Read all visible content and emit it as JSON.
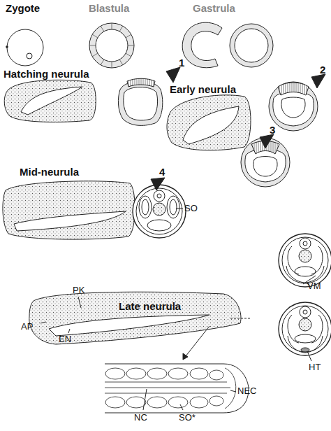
{
  "diagram": {
    "labels": [
      "Zygote",
      "Blastula",
      "Gastrula",
      "Hatching neurula",
      "1",
      "Early neurula",
      "2",
      "3",
      "Mid-neurula",
      "4",
      "SO",
      "PK",
      "Late neurula",
      "AP",
      "EN",
      "VM",
      "HT",
      "NC",
      "SO*",
      "NEC"
    ]
  }
}
